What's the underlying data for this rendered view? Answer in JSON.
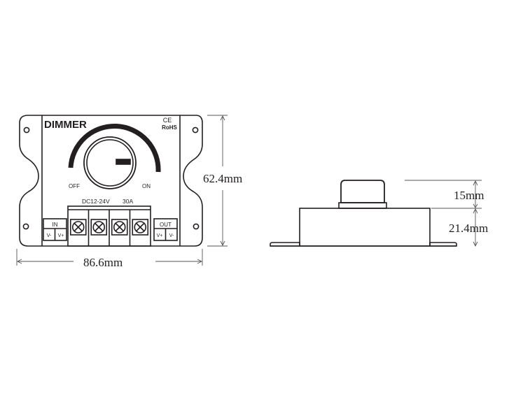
{
  "front_view": {
    "title": "DIMMER",
    "ce_mark": "CE",
    "rohs_mark": "RoHS",
    "knob_off_label": "OFF",
    "knob_on_label": "ON",
    "rating_voltage": "DC12-24V",
    "rating_current": "30A",
    "input_block": {
      "label": "IN",
      "left_pin": "V-",
      "right_pin": "V+"
    },
    "output_block": {
      "label": "OUT",
      "left_pin": "V+",
      "right_pin": "V-"
    },
    "terminal_count": 4
  },
  "dimensions": {
    "width": "86.6mm",
    "height": "62.4mm",
    "knob_height": "15mm",
    "body_height": "21.4mm"
  },
  "colors": {
    "line": "#231f20",
    "dim_line": "#555555",
    "background": "#ffffff"
  }
}
